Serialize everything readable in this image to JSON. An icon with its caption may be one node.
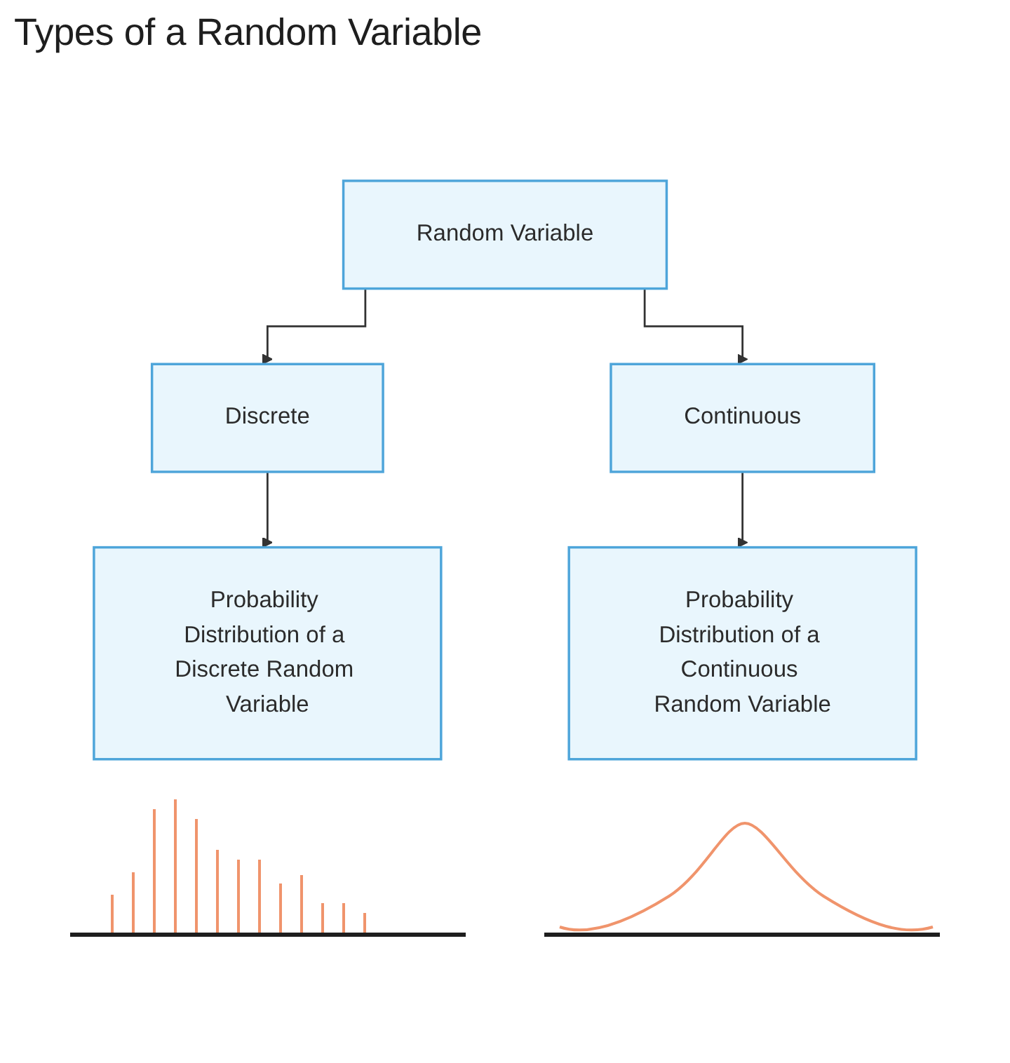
{
  "diagram": {
    "title": "Types of a Random Variable",
    "nodes": [
      {
        "text": [
          "Random Variable"
        ]
      },
      {
        "text": [
          "Discrete"
        ]
      },
      {
        "text": [
          "Continuous"
        ]
      },
      {
        "text": [
          "Probability Distribution of a Discrete Random Variable"
        ]
      },
      {
        "text": [
          "Probability Distribution of a Continuous Random Variable"
        ]
      }
    ],
    "edges": [
      {
        "from": 0,
        "to": 1,
        "arrow": "to"
      },
      {
        "from": 0,
        "to": 2,
        "arrow": "to"
      },
      {
        "from": 1,
        "to": 3,
        "arrow": "to"
      },
      {
        "from": 2,
        "to": 4,
        "arrow": "to"
      }
    ]
  }
}
